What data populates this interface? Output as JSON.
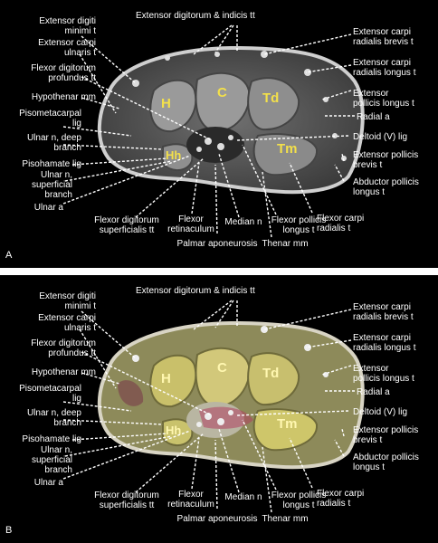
{
  "labels": {
    "ext_dig_indicis": "Extensor digitorum & indicis tt",
    "ext_dig_min_1": "Extensor digiti",
    "ext_dig_min_2": "minimi t",
    "ext_carpi_uln_1": "Extensor carpi",
    "ext_carpi_uln_2": "ulnaris t",
    "flex_dig_prof_1": "Flexor digitorum",
    "flex_dig_prof_2": "profundus tt",
    "hypothenar": "Hypothenar mm",
    "pisometacarpal_1": "Pisometacarpal",
    "pisometacarpal_2": "lig",
    "ulnar_deep_1": "Ulnar n, deep",
    "ulnar_deep_2": "branch",
    "pisohamate": "Pisohamate lig",
    "ulnar_sup_1": "Ulnar n,",
    "ulnar_sup_2": "superficial",
    "ulnar_sup_3": "branch",
    "ulnar_a": "Ulnar a",
    "flex_dig_sup_1": "Flexor digitorum",
    "flex_dig_sup_2": "superficialis tt",
    "flex_ret_1": "Flexor",
    "flex_ret_2": "retinaculum",
    "palmar_apo": "Palmar aponeurosis",
    "median": "Median n",
    "flex_poll_long_1": "Flexor pollicis",
    "flex_poll_long_2": "longus t",
    "thenar": "Thenar mm",
    "flex_carpi_rad_1": "Flexor carpi",
    "flex_carpi_rad_2": "radialis t",
    "abd_poll_long_1": "Abductor pollicis",
    "abd_poll_long_2": "longus t",
    "ext_poll_brev_1": "Extensor pollicis",
    "ext_poll_brev_2": "brevis t",
    "deltoid": "Deltoid (V) lig",
    "radial_a": "Radial a",
    "ext_poll_long_1": "Extensor",
    "ext_poll_long_2": "pollicis longus t",
    "ext_carpi_rad_long_1": "Extensor carpi",
    "ext_carpi_rad_long_2": "radialis longus t",
    "ext_carpi_rad_brev_1": "Extensor carpi",
    "ext_carpi_rad_brev_2": "radialis brevis t"
  },
  "bones": {
    "H": "H",
    "C": "C",
    "Td": "Td",
    "Tm": "Tm",
    "Hh": "Hh"
  },
  "panels": {
    "a": "A",
    "b": "B"
  }
}
